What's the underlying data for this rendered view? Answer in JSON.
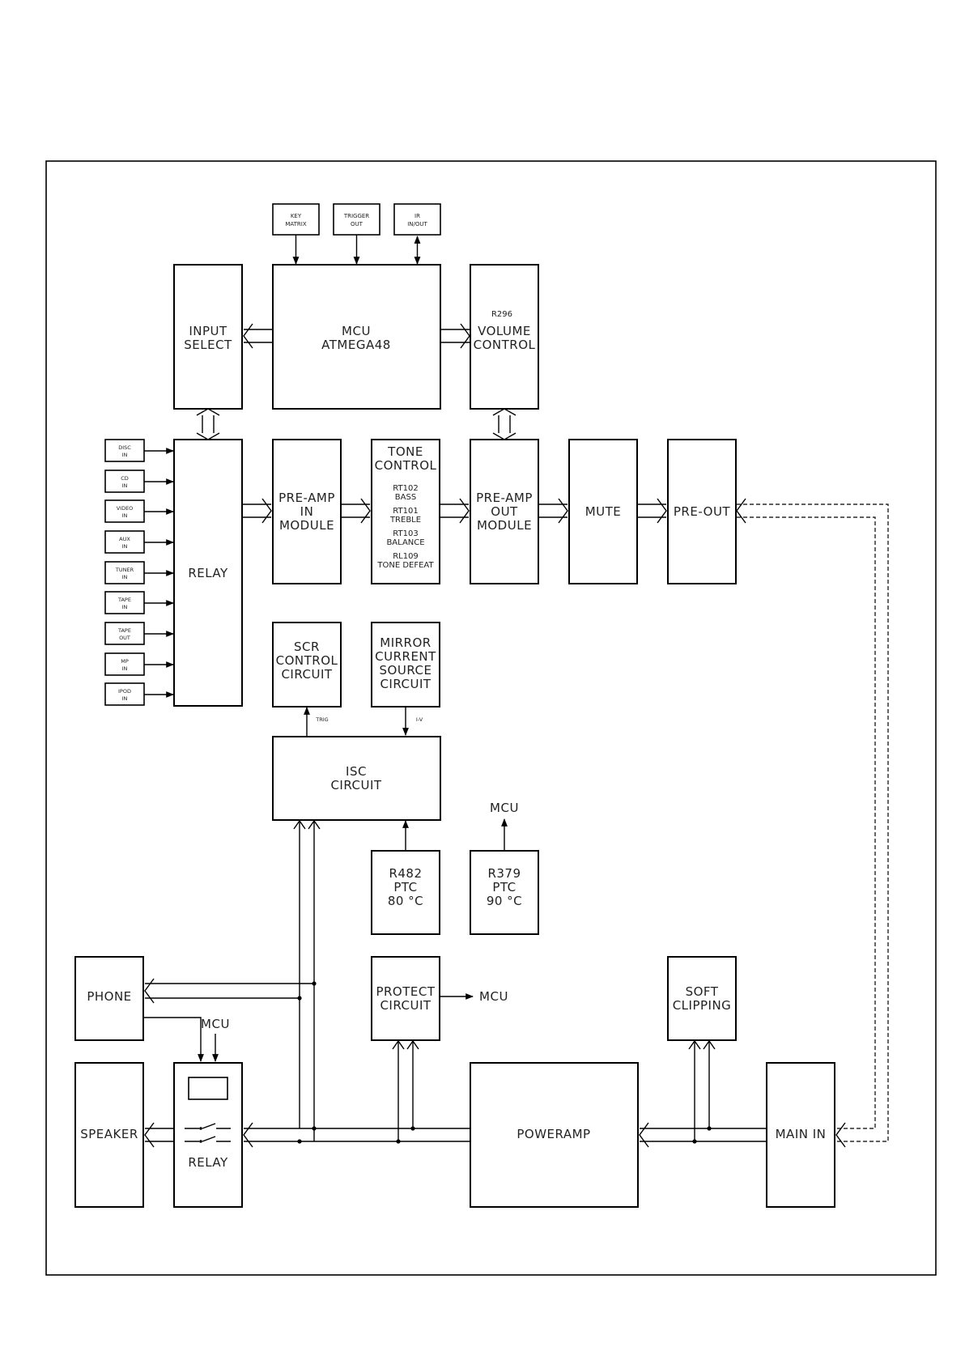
{
  "blocks": {
    "key_matrix": [
      "KEY",
      "MATRIX"
    ],
    "trigger_out": [
      "TRIGGER",
      "OUT"
    ],
    "ir_in_out": [
      "IR",
      "IN/OUT"
    ],
    "input_select": [
      "INPUT",
      "SELECT"
    ],
    "mcu": [
      "MCU",
      "ATMEGA48"
    ],
    "volume_control": {
      "ref": "R296",
      "lines": [
        "VOLUME",
        "CONTROL"
      ]
    },
    "relay_input": "RELAY",
    "preamp_in": [
      "PRE-AMP",
      "IN",
      "MODULE"
    ],
    "tone_control": {
      "title": [
        "TONE",
        "CONTROL"
      ],
      "items": [
        [
          "RT102",
          "BASS"
        ],
        [
          "RT101",
          "TREBLE"
        ],
        [
          "RT103",
          "BALANCE"
        ],
        [
          "RL109",
          "TONE DEFEAT"
        ]
      ]
    },
    "preamp_out": [
      "PRE-AMP",
      "OUT",
      "MODULE"
    ],
    "mute": "MUTE",
    "pre_out": "PRE-OUT",
    "scr_control": [
      "SCR",
      "CONTROL",
      "CIRCUIT"
    ],
    "mirror_current": [
      "MIRROR",
      "CURRENT",
      "SOURCE",
      "CIRCUIT"
    ],
    "isc_circuit": [
      "ISC",
      "CIRCUIT"
    ],
    "r482": [
      "R482",
      "PTC",
      "80 °C"
    ],
    "r379": [
      "R379",
      "PTC",
      "90 °C"
    ],
    "phone": "PHONE",
    "protect": [
      "PROTECT",
      "CIRCUIT"
    ],
    "soft_clipping": [
      "SOFT",
      "CLIPPING"
    ],
    "speaker": "SPEAKER",
    "relay_output": "RELAY",
    "poweramp": "POWERAMP",
    "main_in": "MAIN IN"
  },
  "inputs": [
    [
      "DISC",
      "IN"
    ],
    [
      "CD",
      "IN"
    ],
    [
      "VIDEO",
      "IN"
    ],
    [
      "AUX",
      "IN"
    ],
    [
      "TUNER",
      "IN"
    ],
    [
      "TAPE",
      "IN"
    ],
    [
      "TAPE",
      "OUT"
    ],
    [
      "MP",
      "IN"
    ],
    [
      "IPOD",
      "IN"
    ]
  ],
  "signals": {
    "trig": "TRIG",
    "iv": "I-V",
    "mcu_r379": "MCU",
    "mcu_protect": "MCU",
    "mcu_relay": "MCU"
  }
}
